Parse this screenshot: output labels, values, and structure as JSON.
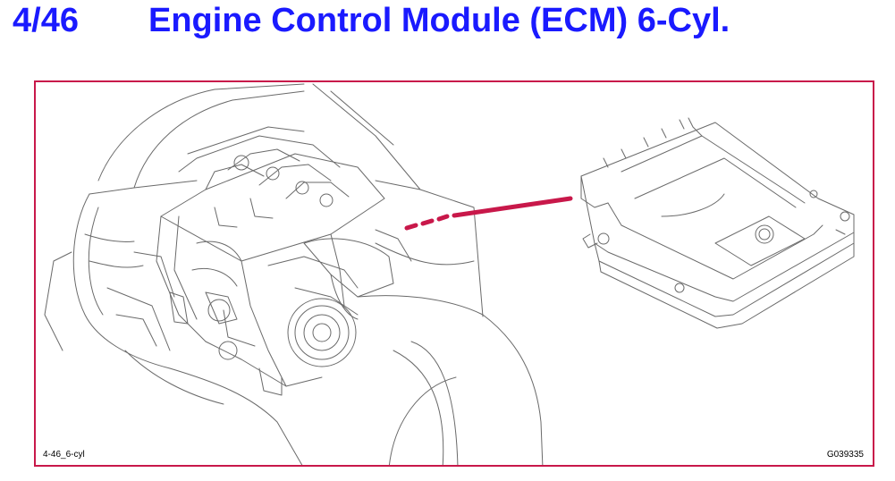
{
  "header": {
    "figure_number": "4/46",
    "title": "Engine Control Module (ECM) 6-Cyl."
  },
  "figure": {
    "caption_left": "4-46_6-cyl",
    "caption_right": "G039335"
  },
  "colors": {
    "title": "#1a1aff",
    "frame_border": "#c8184a",
    "leader_line": "#c8184a",
    "drawing_line": "#6a6a6a"
  }
}
